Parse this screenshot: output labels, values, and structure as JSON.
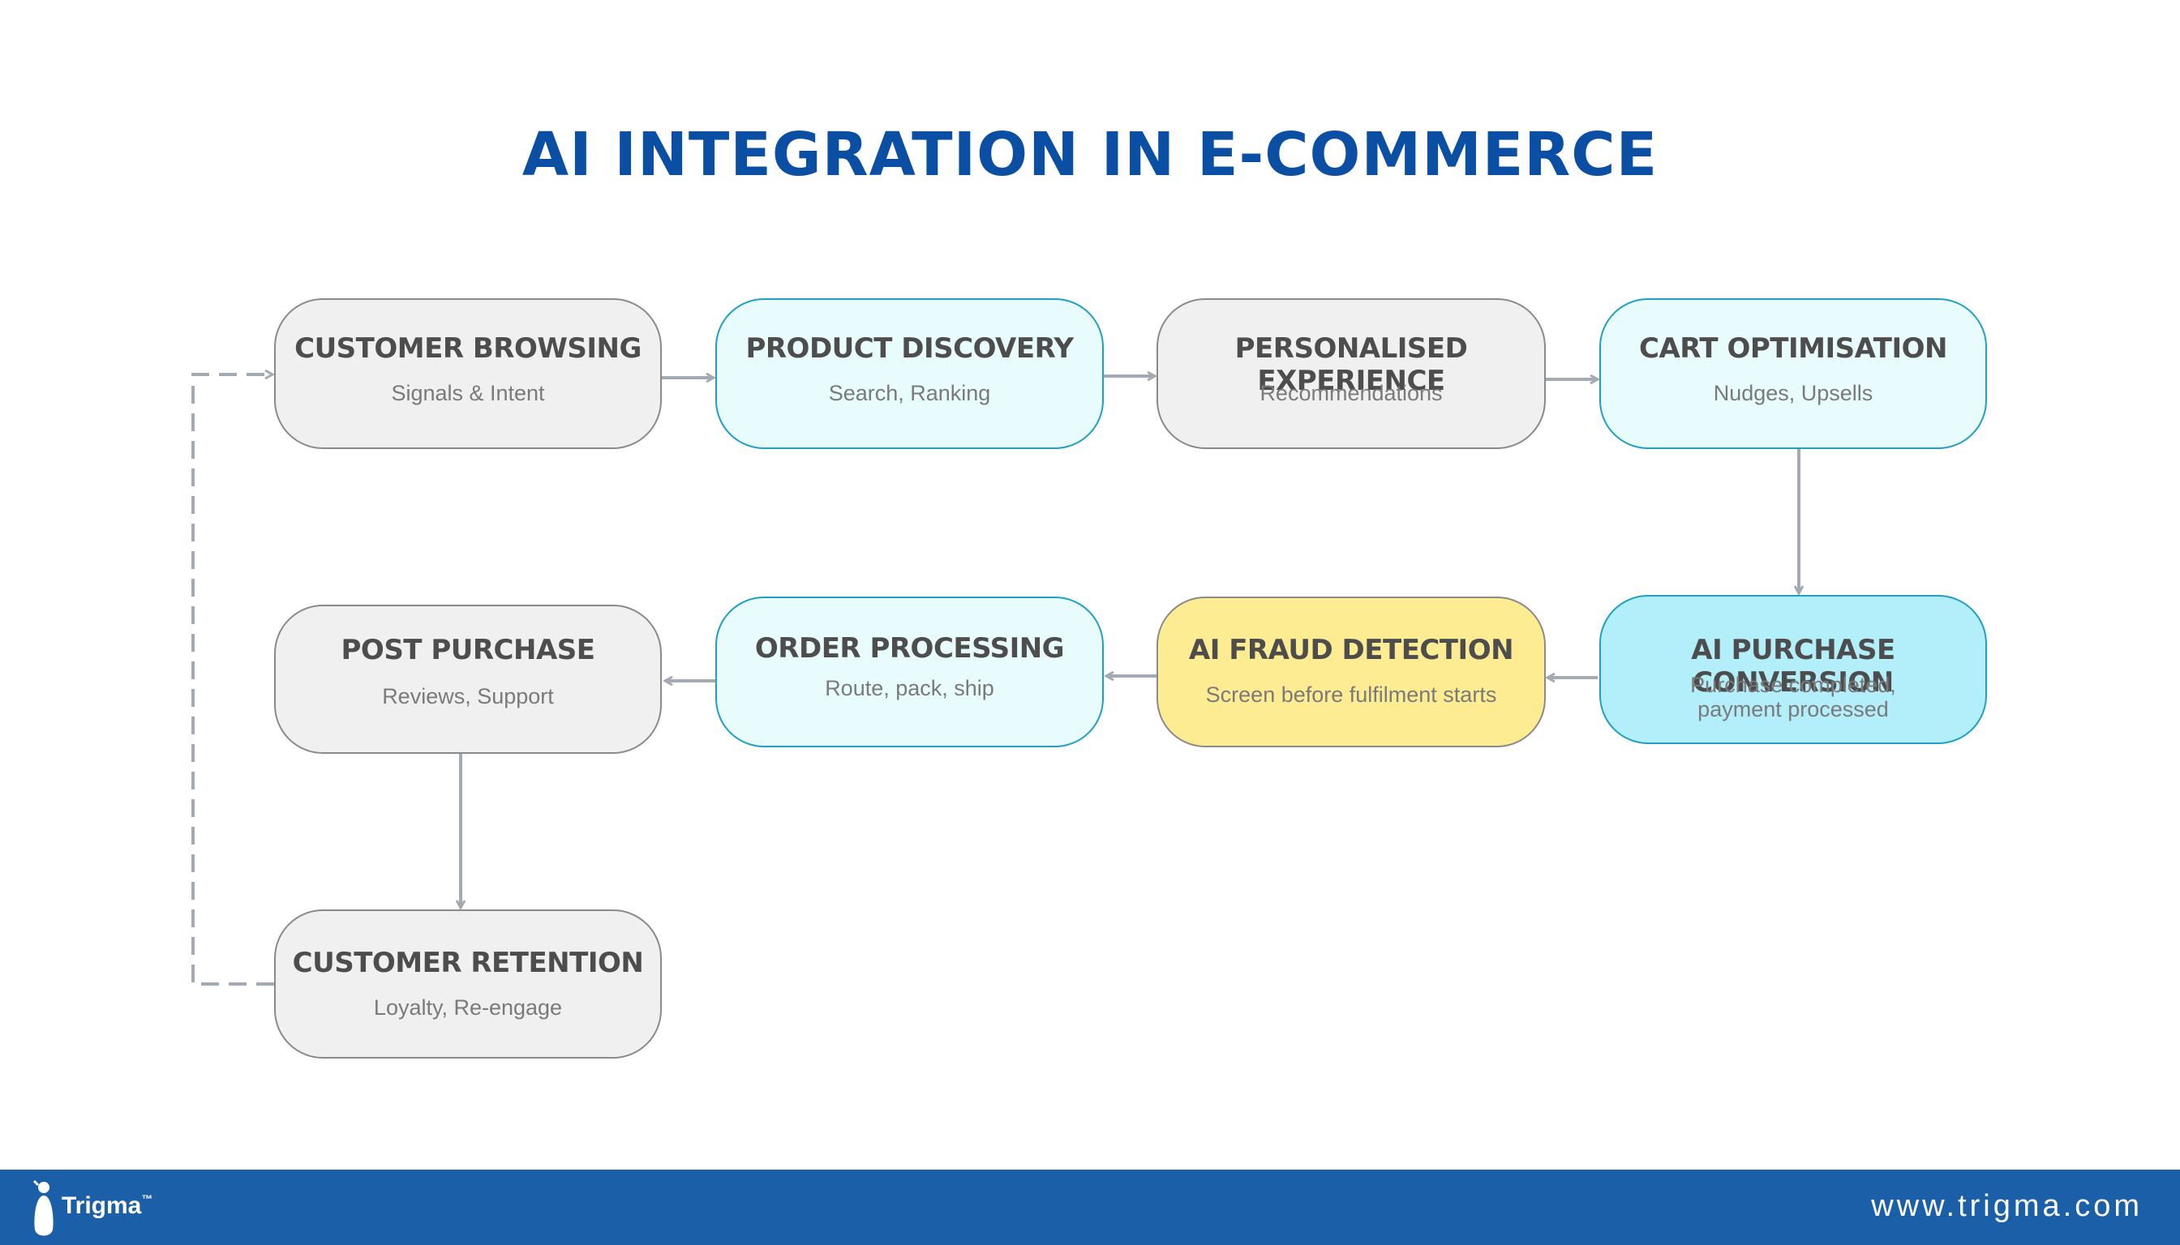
{
  "title": "AI INTEGRATION IN E-COMMERCE",
  "nodes": [
    {
      "id": "customer-browsing",
      "title": "CUSTOMER BROWSING",
      "subtitle": "Signals & Intent",
      "style": "grey"
    },
    {
      "id": "product-discovery",
      "title": "PRODUCT DISCOVERY",
      "subtitle": "Search, Ranking",
      "style": "blue"
    },
    {
      "id": "personalised-experience",
      "title": "PERSONALISED EXPERIENCE",
      "subtitle": "Recommendations",
      "style": "grey"
    },
    {
      "id": "cart-optimisation",
      "title": "CART OPTIMISATION",
      "subtitle": "Nudges, Upsells",
      "style": "blue"
    },
    {
      "id": "ai-purchase-conversion",
      "title": "AI PURCHASE CONVERSION",
      "subtitle": "Purchase completed,",
      "subtitle2": "payment processed",
      "style": "strong-blue"
    },
    {
      "id": "ai-fraud-detection",
      "title": "AI FRAUD DETECTION",
      "subtitle": "Screen before fulfilment starts",
      "style": "yellow"
    },
    {
      "id": "order-processing",
      "title": "ORDER PROCESSING",
      "subtitle": "Route, pack, ship",
      "style": "blue"
    },
    {
      "id": "post-purchase",
      "title": "POST PURCHASE",
      "subtitle": "Reviews, Support",
      "style": "grey"
    },
    {
      "id": "customer-retention",
      "title": "CUSTOMER RETENTION",
      "subtitle": "Loyalty, Re-engage",
      "style": "grey"
    }
  ],
  "edges": [
    {
      "from": "customer-browsing",
      "to": "product-discovery"
    },
    {
      "from": "product-discovery",
      "to": "personalised-experience"
    },
    {
      "from": "personalised-experience",
      "to": "cart-optimisation"
    },
    {
      "from": "cart-optimisation",
      "to": "ai-purchase-conversion"
    },
    {
      "from": "ai-purchase-conversion",
      "to": "ai-fraud-detection"
    },
    {
      "from": "ai-fraud-detection",
      "to": "order-processing"
    },
    {
      "from": "order-processing",
      "to": "post-purchase"
    },
    {
      "from": "post-purchase",
      "to": "customer-retention"
    },
    {
      "from": "customer-retention",
      "to": "customer-browsing",
      "style": "dashed"
    }
  ],
  "colors": {
    "title": "#0a4fa3",
    "grey_fill": "#f0f0f0",
    "blue_fill": "#e8fbfd",
    "strong_blue_fill": "#b3eefb",
    "yellow_fill": "#fdec92",
    "arrow": "#a4aab3",
    "footer": "#1a5fa7"
  },
  "footer": {
    "brand": "Trigma",
    "brand_mark": "™",
    "website": "www.trigma.com"
  }
}
